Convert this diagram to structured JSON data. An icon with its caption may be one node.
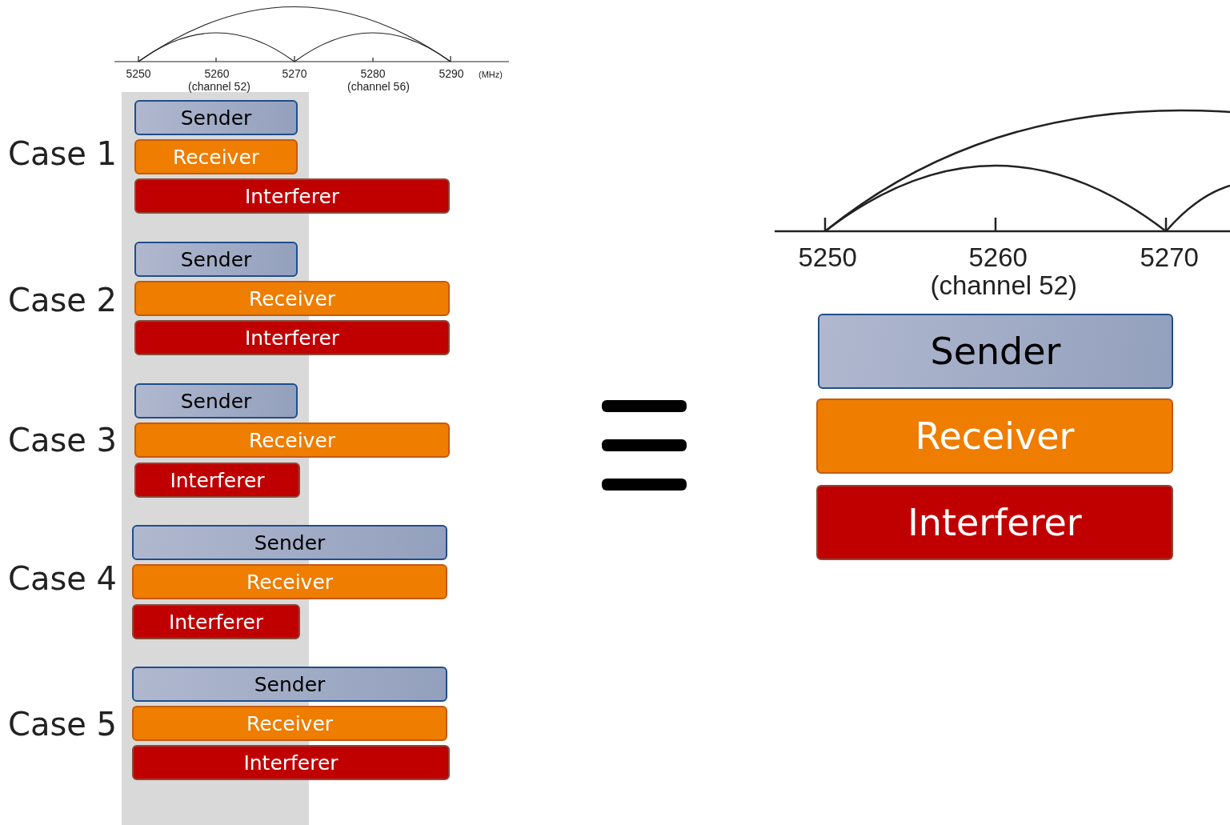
{
  "diagram": {
    "nodes": [
      {
        "text": [
          "Sender"
        ]
      },
      {
        "text": [
          "Receiver"
        ]
      },
      {
        "text": [
          "Interferer"
        ]
      },
      {
        "text": [
          "Sender"
        ]
      },
      {
        "text": [
          "Receiver"
        ]
      },
      {
        "text": [
          "Interferer"
        ]
      },
      {
        "text": [
          "Sender"
        ]
      },
      {
        "text": [
          "Receiver"
        ]
      },
      {
        "text": [
          "Interferer"
        ]
      },
      {
        "text": [
          "Sender"
        ]
      },
      {
        "text": [
          "Receiver"
        ]
      },
      {
        "text": [
          "Interferer"
        ]
      },
      {
        "text": [
          "Sender"
        ]
      },
      {
        "text": [
          "Receiver"
        ]
      },
      {
        "text": [
          "Interferer"
        ]
      },
      {
        "text": [
          "Sender"
        ]
      },
      {
        "text": [
          "Receiver"
        ]
      },
      {
        "text": [
          "Interferer"
        ]
      }
    ],
    "edges": [],
    "labels": [
      "5250",
      "5260",
      "(channel 52)",
      "5270",
      "5280",
      "(channel 56)",
      "5290",
      "(MHz)",
      "Case 1",
      "Case 2",
      "Case 3",
      "Case 4",
      "Case 5",
      "5250",
      "5260",
      "(channel 52)",
      "5270"
    ]
  }
}
